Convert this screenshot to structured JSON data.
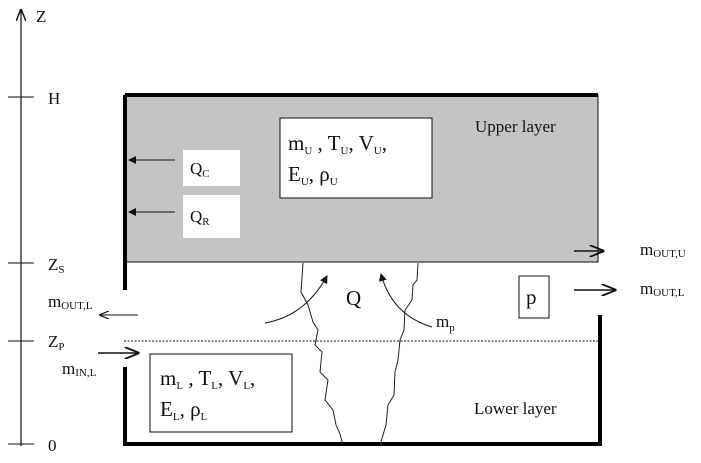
{
  "axis": {
    "label": "Z",
    "ticks": [
      "H",
      "Z",
      "Z",
      "0"
    ],
    "tick_subs": [
      "",
      "S",
      "P",
      ""
    ]
  },
  "upper_layer": {
    "title": "Upper layer",
    "vars_line1": [
      [
        "m",
        "U"
      ],
      [
        "T",
        "U"
      ],
      [
        "V",
        "U"
      ]
    ],
    "vars_line2": [
      [
        "E",
        "U"
      ],
      [
        "ρ",
        "U"
      ]
    ]
  },
  "lower_layer": {
    "title": "Lower layer",
    "vars_line1": [
      [
        "m",
        "L"
      ],
      [
        "T",
        "L"
      ],
      [
        "V",
        "L"
      ]
    ],
    "vars_line2": [
      [
        "E",
        "L"
      ],
      [
        "ρ",
        "L"
      ]
    ]
  },
  "heat": {
    "qc": [
      "Q",
      "C"
    ],
    "qr": [
      "Q",
      "R"
    ],
    "q": "Q"
  },
  "flows": {
    "m_out_l_left": [
      "m",
      "OUT,L"
    ],
    "m_in_l": [
      "m",
      "IN,L"
    ],
    "m_out_u": [
      "m",
      "OUT,U"
    ],
    "m_out_l_right": [
      "m",
      "OUT,L"
    ],
    "m_p": [
      "m",
      "p"
    ]
  },
  "pressure": "p",
  "colors": {
    "upper_fill": "#c4c4c4",
    "line": "#111111"
  }
}
